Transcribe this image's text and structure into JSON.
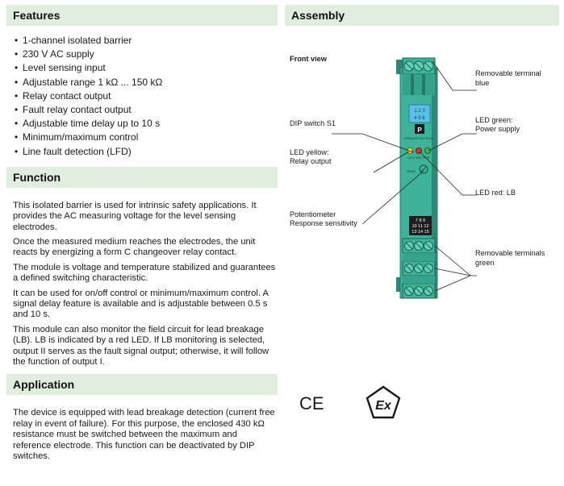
{
  "features": {
    "title": "Features",
    "items": [
      "1-channel isolated barrier",
      "230 V AC supply",
      "Level sensing input",
      "Adjustable range 1 kΩ ... 150 kΩ",
      "Relay contact output",
      "Fault relay contact output",
      "Adjustable time delay up to 10 s",
      "Minimum/maximum control",
      "Line fault detection (LFD)"
    ]
  },
  "function": {
    "title": "Function",
    "paragraphs": [
      "This isolated barrier is used for intrinsic safety applications. It provides the AC measuring voltage for the level sensing electrodes.",
      "Once the measured medium reaches the electrodes, the unit reacts by energizing a form C changeover relay contact.",
      "The module is voltage and temperature stabilized and guarantees a defined switching characteristic.",
      "It can be used for on/off control or minimum/maximum control. A signal delay feature is available and is adjustable between 0.5 s and 10 s.",
      "This module can also monitor the field circuit for lead breakage (LB). LB is indicated by a red LED. If LB monitoring is selected, output II serves as the fault signal output; otherwise, it will follow the function of output I."
    ]
  },
  "application": {
    "title": "Application",
    "paragraphs": [
      "The device is equipped with lead breakage detection (current free relay in event of failure). For this purpose, the enclosed 430 kΩ resistance must be switched between the maximum and reference electrode. This function can be deactivated by DIP switches."
    ]
  },
  "assembly": {
    "title": "Assembly",
    "front_view": "Front view",
    "labels": {
      "terminal_blue_1": "Removable terminal",
      "terminal_blue_2": "blue",
      "dip_switch": "DIP switch S1",
      "led_green_1": "LED green:",
      "led_green_2": "Power supply",
      "led_yellow_1": "LED yellow:",
      "led_yellow_2": "Relay output",
      "led_red": "LED red: LB",
      "pot_1": "Potentiometer",
      "pot_2": "Response sensitivity",
      "terminals_green_1": "Removable terminals",
      "terminals_green_2": "green"
    },
    "device": {
      "dip_top": "1 2 3",
      "dip_bottom": "4 5 6",
      "model": "KFA6-ER-Ex1.W.LB",
      "led_text": "OUT CHK PWR",
      "pot_text": "SENS.",
      "term_row1": "7  8  9",
      "term_row2": "10 11 12",
      "term_row3": "13 14 15",
      "logo_text": "P"
    },
    "colors": {
      "housing": "#3fb39a",
      "housing_dark": "#2b8a75",
      "dip_blue": "#5bc0e8",
      "led_yellow": "#f3e322",
      "led_red": "#d9352b",
      "led_green": "#3dbb48"
    }
  },
  "certifications": {
    "ce": "CE",
    "ex": "Ex"
  }
}
